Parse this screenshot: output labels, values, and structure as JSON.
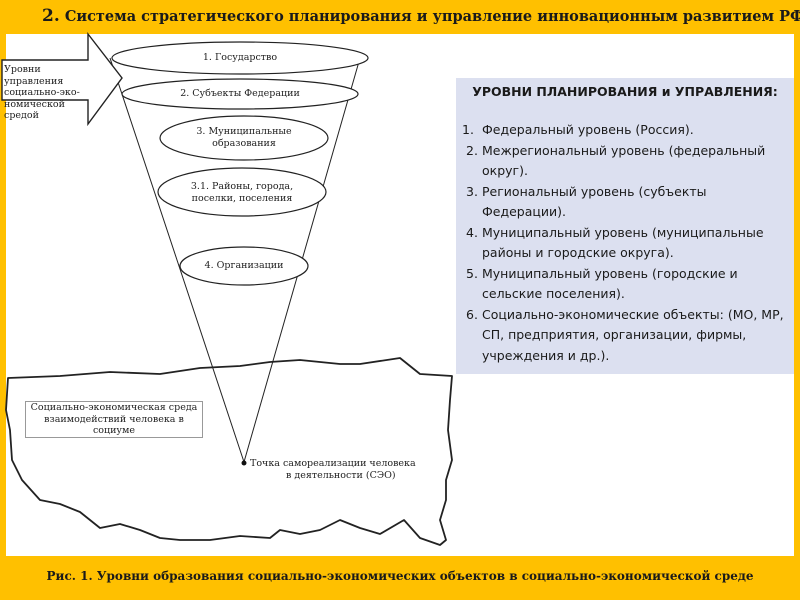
{
  "header": {
    "number": "2.",
    "title": "Система стратегического планирования и управление инновационным развитием РФ"
  },
  "diagram": {
    "arrow_label": [
      "Уровни управления",
      "социально-эко-",
      "номической средой"
    ],
    "levels": [
      {
        "label": [
          "1. Государство"
        ]
      },
      {
        "label": [
          "2. Субъекты Федерации"
        ]
      },
      {
        "label": [
          "3. Муниципальные",
          "образования"
        ]
      },
      {
        "label": [
          "3.1. Районы, города,",
          "поселки, поселения"
        ]
      },
      {
        "label": [
          "4. Организации"
        ]
      }
    ],
    "environment_label": [
      "Социально-экономическая среда",
      "взаимодействий человека в социуме"
    ],
    "point_label": [
      "Точка самореализации человека",
      "в деятельности (СЭО)"
    ]
  },
  "panel": {
    "heading": "УРОВНИ ПЛАНИРОВАНИЯ и УПРАВЛЕНИЯ:",
    "items": [
      {
        "num": "1.",
        "text": "Федеральный уровень (Россия)."
      },
      {
        "num": "2.",
        "text": "Межрегиональный уровень (федеральный округ)."
      },
      {
        "num": "3.",
        "text": "Региональный уровень (субъекты Федерации)."
      },
      {
        "num": "4.",
        "text": "Муниципальный уровень (муниципальные районы и  городские округа)."
      },
      {
        "num": "5.",
        "text": "Муниципальный уровень (городские и сельские   поселения)."
      },
      {
        "num": "6.",
        "text": "Социально-экономические объекты: (МО, МР, СП, предприятия, организации, фирмы, учреждения и др.)."
      }
    ]
  },
  "caption": "Рис. 1. Уровни образования социально-экономических объектов в социально-экономической  среде",
  "colors": {
    "frame": "#ffc000",
    "panel": "#dce0f0",
    "ink": "#1a1a1a"
  }
}
